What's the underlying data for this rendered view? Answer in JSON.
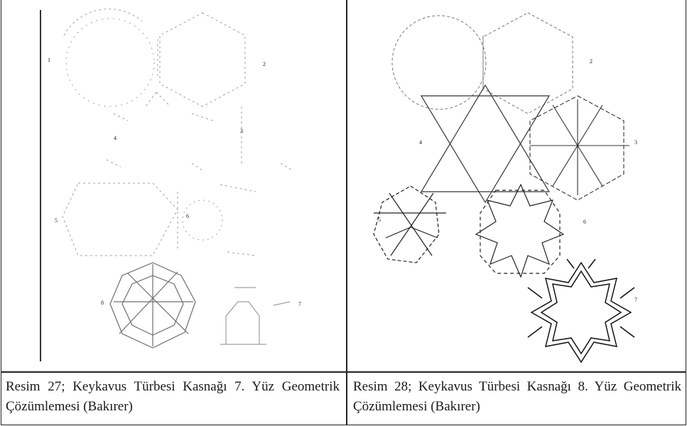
{
  "figures": [
    {
      "caption": "Resim 27; Keykavus Türbesi Kasnağı 7. Yüz Geometrik Çözümlemesi (Bakırer)",
      "step_numbers": [
        "1",
        "2",
        "3",
        "4",
        "5",
        "6",
        "7",
        "8"
      ]
    },
    {
      "caption": "Resim 28; Keykavus Türbesi Kasnağı 8. Yüz Geometrik Çözümlemesi (Bakırer)",
      "step_numbers": [
        "2",
        "3",
        "4",
        "5",
        "6",
        "7"
      ]
    }
  ],
  "colors": {
    "line": "#222222",
    "faint_line": "#9a9a9a",
    "background": "#ffffff"
  }
}
